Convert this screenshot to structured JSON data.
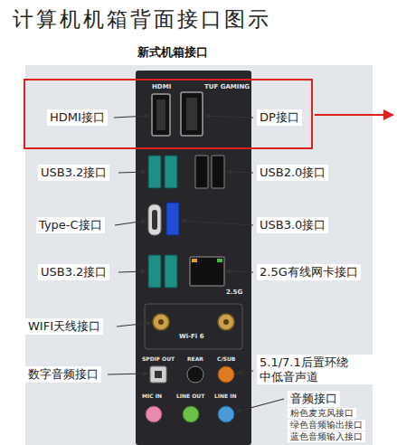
{
  "diagram": {
    "title": "计算机机箱背面接口图示",
    "labels": [
      "新式机箱接口",
      "HDMI接口",
      "HDMI",
      "TUF GAMING",
      "DP接口",
      "USB3.2接口",
      "USB2.0接口",
      "Type-C接口",
      "USB3.0接口",
      "USB3.2接口",
      "2.5G",
      "2.5G有线网卡接口",
      "WIFI天线接口",
      "Wi-Fi 6",
      "SPDIF OUT",
      "REAR",
      "C/SUB",
      "数字音频接口",
      "5.1/7.1后置环绕 中低音声道",
      "MIC IN",
      "LINE OUT",
      "LINE IN",
      "音频接口",
      "粉色麦克风接口",
      "绿色音频输出接口",
      "蓝色音频输入接口"
    ]
  }
}
